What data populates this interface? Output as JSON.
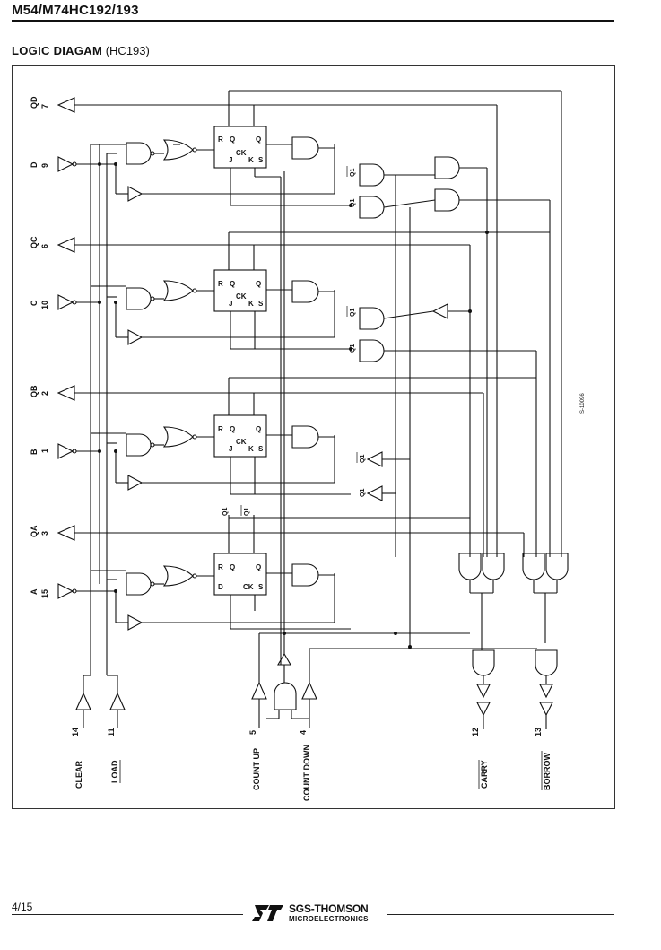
{
  "header": {
    "title": "M54/M74HC192/193"
  },
  "section": {
    "title_bold": "LOGIC DIAGAM",
    "title_suffix": "(HC193)"
  },
  "pins": {
    "qd": {
      "name": "QD",
      "num": "7"
    },
    "d": {
      "name": "D",
      "num": "9"
    },
    "qc": {
      "name": "QC",
      "num": "6"
    },
    "c": {
      "name": "C",
      "num": "10"
    },
    "qb": {
      "name": "QB",
      "num": "2"
    },
    "b": {
      "name": "B",
      "num": "1"
    },
    "qa": {
      "name": "QA",
      "num": "3"
    },
    "a": {
      "name": "A",
      "num": "15"
    },
    "clear": {
      "name": "CLEAR",
      "num": "14"
    },
    "load": {
      "name": "LOAD",
      "num": "11"
    },
    "count_up": {
      "name": "COUNT UP",
      "num": "5"
    },
    "count_down": {
      "name": "COUNT DOWN",
      "num": "4"
    },
    "carry": {
      "name": "CARRY",
      "num": "12"
    },
    "borrow": {
      "name": "BORROW",
      "num": "13"
    }
  },
  "flipflop": {
    "r": "R",
    "q": "Q",
    "qbar": "Q",
    "j": "J",
    "ck": "CK",
    "k": "K",
    "s": "S",
    "d": "D"
  },
  "signals": {
    "q1": "Q1",
    "q1bar": "Q1"
  },
  "figure_code": "S-10096",
  "footer": {
    "page": "4/15",
    "brand": "SGS-THOMSON",
    "brand_sub": "MICROELECTRONICS"
  }
}
